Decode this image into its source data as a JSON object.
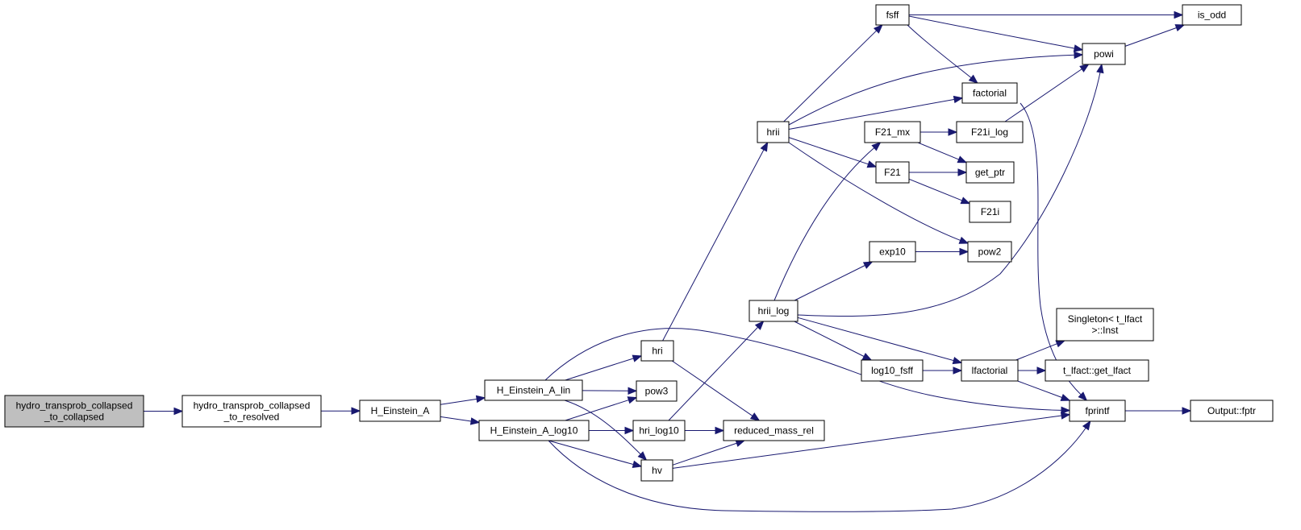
{
  "graph": {
    "edge_color": "#191970",
    "root_fill": "#bfbfbf",
    "node_fill": "#ffffff",
    "nodes": [
      {
        "id": "root",
        "lines": [
          "hydro_transprob_collapsed",
          "_to_collapsed"
        ],
        "root": true
      },
      {
        "id": "to_resolved",
        "lines": [
          "hydro_transprob_collapsed",
          "_to_resolved"
        ]
      },
      {
        "id": "H_Einstein_A",
        "lines": [
          "H_Einstein_A"
        ]
      },
      {
        "id": "H_Einstein_A_lin",
        "lines": [
          "H_Einstein_A_lin"
        ]
      },
      {
        "id": "H_Einstein_A_log10",
        "lines": [
          "H_Einstein_A_log10"
        ]
      },
      {
        "id": "hri",
        "lines": [
          "hri"
        ]
      },
      {
        "id": "pow3",
        "lines": [
          "pow3"
        ]
      },
      {
        "id": "hri_log10",
        "lines": [
          "hri_log10"
        ]
      },
      {
        "id": "hv",
        "lines": [
          "hv"
        ]
      },
      {
        "id": "hrii",
        "lines": [
          "hrii"
        ]
      },
      {
        "id": "hrii_log",
        "lines": [
          "hrii_log"
        ]
      },
      {
        "id": "reduced_mass_rel",
        "lines": [
          "reduced_mass_rel"
        ]
      },
      {
        "id": "fsff",
        "lines": [
          "fsff"
        ]
      },
      {
        "id": "factorial",
        "lines": [
          "factorial"
        ]
      },
      {
        "id": "F21_mx",
        "lines": [
          "F21_mx"
        ]
      },
      {
        "id": "F21",
        "lines": [
          "F21"
        ]
      },
      {
        "id": "exp10",
        "lines": [
          "exp10"
        ]
      },
      {
        "id": "log10_fsff",
        "lines": [
          "log10_fsff"
        ]
      },
      {
        "id": "lfactorial",
        "lines": [
          "lfactorial"
        ]
      },
      {
        "id": "fprintf",
        "lines": [
          "fprintf"
        ]
      },
      {
        "id": "F21i_log",
        "lines": [
          "F21i_log"
        ]
      },
      {
        "id": "get_ptr",
        "lines": [
          "get_ptr"
        ]
      },
      {
        "id": "F21i",
        "lines": [
          "F21i"
        ]
      },
      {
        "id": "pow2",
        "lines": [
          "pow2"
        ]
      },
      {
        "id": "powi",
        "lines": [
          "powi"
        ]
      },
      {
        "id": "is_odd",
        "lines": [
          "is_odd"
        ]
      },
      {
        "id": "singleton",
        "lines": [
          "Singleton< t_lfact",
          ">::Inst"
        ]
      },
      {
        "id": "get_lfact",
        "lines": [
          "t_lfact::get_lfact"
        ]
      },
      {
        "id": "output_fptr",
        "lines": [
          "Output::fptr"
        ]
      }
    ],
    "edges": [
      {
        "from": "root",
        "to": "to_resolved"
      },
      {
        "from": "to_resolved",
        "to": "H_Einstein_A"
      },
      {
        "from": "H_Einstein_A",
        "to": "H_Einstein_A_lin"
      },
      {
        "from": "H_Einstein_A",
        "to": "H_Einstein_A_log10"
      },
      {
        "from": "H_Einstein_A_lin",
        "to": "hri"
      },
      {
        "from": "H_Einstein_A_lin",
        "to": "pow3"
      },
      {
        "from": "H_Einstein_A_lin",
        "to": "hv"
      },
      {
        "from": "H_Einstein_A_lin",
        "to": "fprintf"
      },
      {
        "from": "H_Einstein_A_log10",
        "to": "pow3"
      },
      {
        "from": "H_Einstein_A_log10",
        "to": "hri_log10"
      },
      {
        "from": "H_Einstein_A_log10",
        "to": "hv"
      },
      {
        "from": "H_Einstein_A_log10",
        "to": "fprintf"
      },
      {
        "from": "hri",
        "to": "hrii"
      },
      {
        "from": "hri",
        "to": "reduced_mass_rel"
      },
      {
        "from": "hri_log10",
        "to": "hrii_log"
      },
      {
        "from": "hri_log10",
        "to": "reduced_mass_rel"
      },
      {
        "from": "hv",
        "to": "reduced_mass_rel"
      },
      {
        "from": "hv",
        "to": "fprintf"
      },
      {
        "from": "hrii",
        "to": "fsff"
      },
      {
        "from": "hrii",
        "to": "powi"
      },
      {
        "from": "hrii",
        "to": "factorial"
      },
      {
        "from": "hrii",
        "to": "F21"
      },
      {
        "from": "hrii",
        "to": "pow2"
      },
      {
        "from": "hrii_log",
        "to": "F21_mx"
      },
      {
        "from": "hrii_log",
        "to": "exp10"
      },
      {
        "from": "hrii_log",
        "to": "powi"
      },
      {
        "from": "hrii_log",
        "to": "log10_fsff"
      },
      {
        "from": "hrii_log",
        "to": "lfactorial"
      },
      {
        "from": "fsff",
        "to": "is_odd"
      },
      {
        "from": "fsff",
        "to": "powi"
      },
      {
        "from": "fsff",
        "to": "factorial"
      },
      {
        "from": "factorial",
        "to": "fprintf"
      },
      {
        "from": "F21_mx",
        "to": "F21i_log"
      },
      {
        "from": "F21_mx",
        "to": "get_ptr"
      },
      {
        "from": "F21",
        "to": "get_ptr"
      },
      {
        "from": "F21",
        "to": "F21i"
      },
      {
        "from": "F21i_log",
        "to": "powi"
      },
      {
        "from": "exp10",
        "to": "pow2"
      },
      {
        "from": "log10_fsff",
        "to": "lfactorial"
      },
      {
        "from": "lfactorial",
        "to": "singleton"
      },
      {
        "from": "lfactorial",
        "to": "get_lfact"
      },
      {
        "from": "lfactorial",
        "to": "fprintf"
      },
      {
        "from": "powi",
        "to": "is_odd"
      },
      {
        "from": "fprintf",
        "to": "output_fptr"
      }
    ]
  }
}
